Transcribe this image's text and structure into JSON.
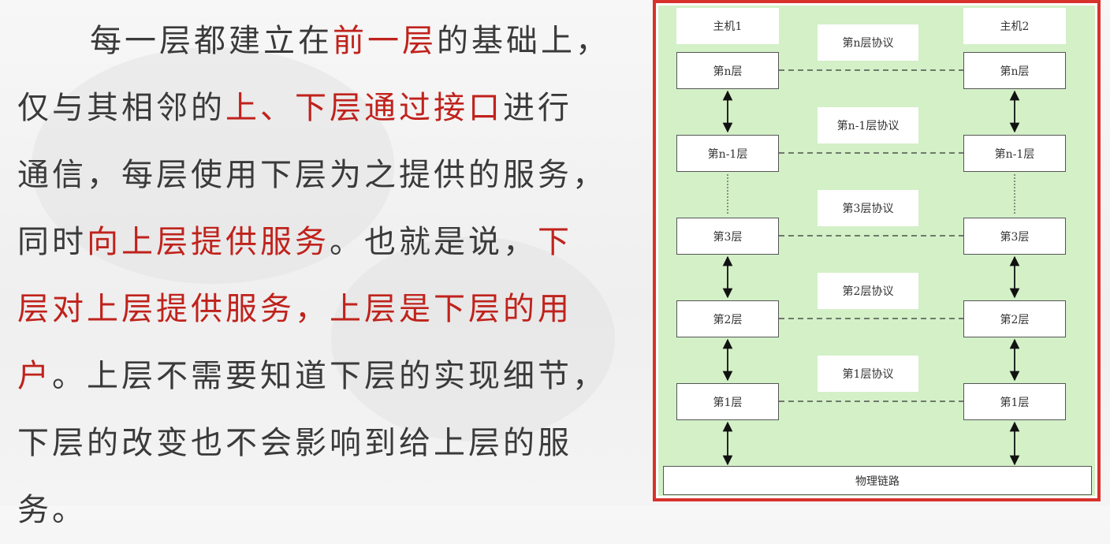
{
  "paragraph": {
    "lines": [
      [
        {
          "t": "每一层都建立在",
          "red": false
        },
        {
          "t": "前一层",
          "red": true
        },
        {
          "t": "的基础上，",
          "red": false
        }
      ],
      [
        {
          "t": "仅与其相邻的",
          "red": false
        },
        {
          "t": "上、下层通过接口",
          "red": true
        },
        {
          "t": "进行",
          "red": false
        }
      ],
      [
        {
          "t": "通信，每层使用下层为之提供的服务，",
          "red": false
        }
      ],
      [
        {
          "t": "同时",
          "red": false
        },
        {
          "t": "向上层提供服务",
          "red": true
        },
        {
          "t": "。也就是说，",
          "red": false
        },
        {
          "t": "下",
          "red": true
        }
      ],
      [
        {
          "t": "层对上层提供服务，上层是下层的用",
          "red": true
        }
      ],
      [
        {
          "t": "户",
          "red": true
        },
        {
          "t": "。上层不需要知道下层的实现细节，",
          "red": false
        }
      ],
      [
        {
          "t": "下层的改变也不会影响到给上层的服",
          "red": false
        }
      ],
      [
        {
          "t": "务。",
          "red": false
        }
      ]
    ]
  },
  "diagram": {
    "host1_label": "主机1",
    "host2_label": "主机2",
    "layers": [
      {
        "name": "第n层",
        "protocol": "第n层协议"
      },
      {
        "name": "第n-1层",
        "protocol": "第n-1层协议"
      },
      {
        "name": "第3层",
        "protocol": "第3层协议"
      },
      {
        "name": "第2层",
        "protocol": "第2层协议"
      },
      {
        "name": "第1层",
        "protocol": "第1层协议"
      }
    ],
    "physical_link": "物理链路"
  },
  "colors": {
    "text": "#3a3a3a",
    "highlight": "#c0221c",
    "frame_border": "#d7322b",
    "diagram_background": "#d3f0c7"
  }
}
